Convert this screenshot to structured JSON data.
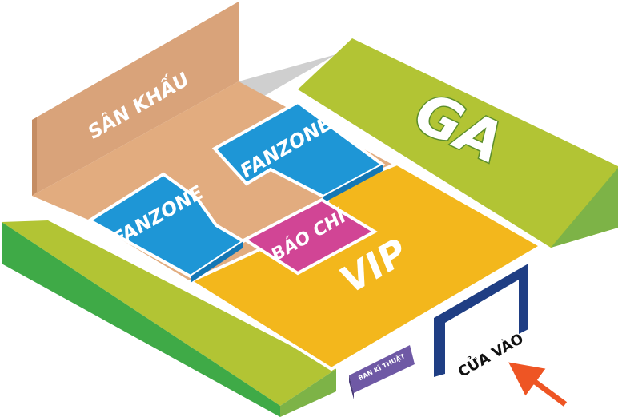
{
  "zones": {
    "stage": {
      "label": "SÂN KHẤU"
    },
    "ga_right": {
      "label": "GA"
    },
    "ga_left": {
      "label": ""
    },
    "fanzone_top": {
      "label": "FANZONE"
    },
    "fanzone_left": {
      "label": "FANZONE"
    },
    "press": {
      "label": "BÁO CHÍ"
    },
    "vip": {
      "label": "VIP"
    },
    "tech_desk": {
      "label": "BAN KĨ THUẬT"
    },
    "entrance": {
      "label": "CỬA VÀO"
    }
  },
  "colors": {
    "stage_floor": "#E2AC7F",
    "stage_wall": "#D9A37A",
    "green_top": "#B2C434",
    "green_side": "#3FAA47",
    "fanzone": "#1E96D6",
    "fanzone_side": "#1477B5",
    "press": "#D14595",
    "vip": "#F3B71C",
    "tech_desk": "#6F59A5",
    "gate": "#1F3E84",
    "arrow": "#EE5524"
  },
  "icons": {
    "entrance_arrow": "arrow-up-left-icon"
  }
}
